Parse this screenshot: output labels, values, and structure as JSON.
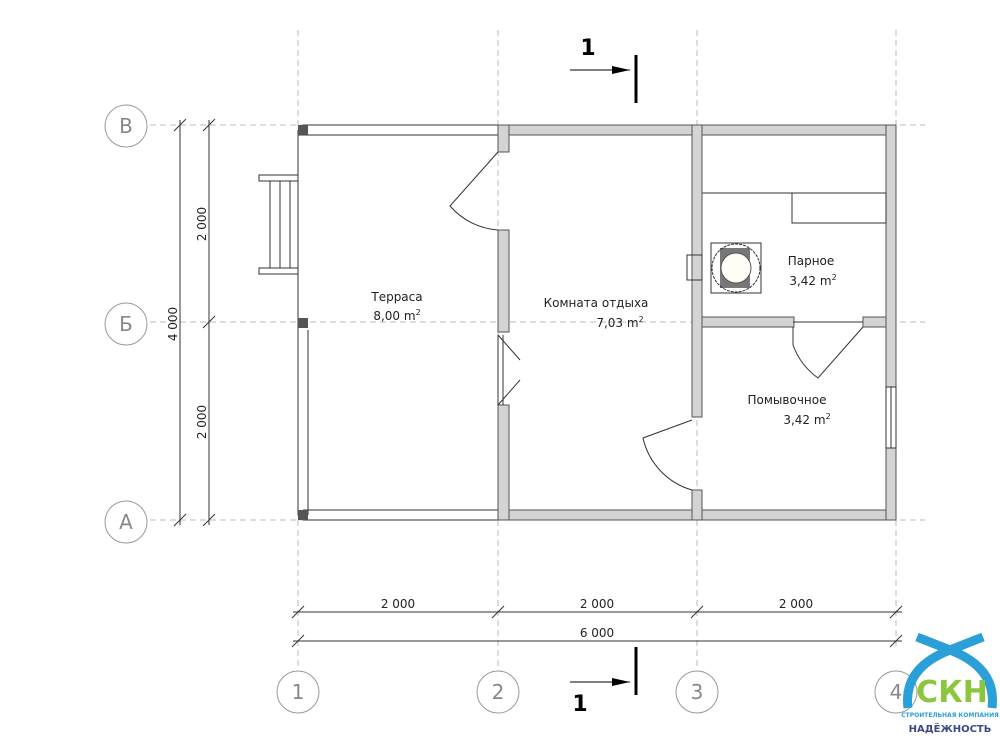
{
  "axes": {
    "rows": [
      "В",
      "Б",
      "А"
    ],
    "cols": [
      "1",
      "2",
      "3",
      "4"
    ]
  },
  "section_mark": "1",
  "rooms": [
    {
      "name": "Терраса",
      "area": "8,00 m",
      "sup": "2"
    },
    {
      "name": "Комната отдыха",
      "area": "7,03 m",
      "sup": "2"
    },
    {
      "name": "Парное",
      "area": "3,42 m",
      "sup": "2"
    },
    {
      "name": "Помывочное",
      "area": "3,42 m",
      "sup": "2"
    }
  ],
  "dimensions": {
    "vertical": [
      "2 000",
      "2 000"
    ],
    "vertical_total": "4 000",
    "horizontal": [
      "2 000",
      "2 000",
      "2 000"
    ],
    "horizontal_total": "6 000"
  },
  "logo": {
    "abbr": "СКН",
    "subtitle": "СТРОИТЕЛЬНАЯ КОМПАНИЯ",
    "name": "НАДЁЖНОСТЬ",
    "colors": {
      "blue": "#2a9fd8",
      "green": "#8cc63f",
      "navy": "#3b4a8a"
    }
  }
}
